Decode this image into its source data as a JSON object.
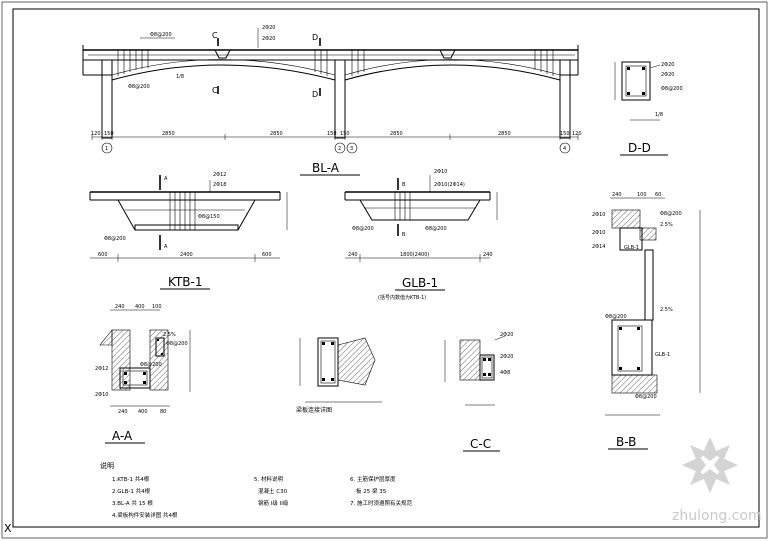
{
  "sheet": {
    "corner_mark": "X",
    "watermark": "zhulong.com"
  },
  "bl_a": {
    "title": "BL-A",
    "section_marks": [
      "C",
      "C",
      "D",
      "D"
    ],
    "labels": [
      "Φ8@200",
      "Φ8@200",
      "2Φ20",
      "2Φ20",
      "1/8"
    ],
    "dims": [
      "120",
      "150",
      "2850",
      "2850",
      "150",
      "150",
      "2850",
      "2850",
      "150",
      "120"
    ],
    "axes": [
      "1",
      "2",
      "3",
      "4"
    ]
  },
  "dd": {
    "title": "D-D",
    "labels": [
      "2Φ20",
      "Φ8@200",
      "2Φ20",
      "1/8"
    ]
  },
  "ktb1": {
    "title": "KTB-1",
    "section_marks": [
      "A",
      "A"
    ],
    "labels": [
      "2Φ12",
      "2Φ18",
      "Φ8@150",
      "Φ8@200"
    ],
    "dims": [
      "600",
      "2400",
      "600"
    ]
  },
  "glb1": {
    "title": "GLB-1",
    "subtitle": "(括号内数值为KTB-1)",
    "section_marks": [
      "B",
      "B"
    ],
    "labels": [
      "2Φ10",
      "2Φ10(2Φ14)",
      "Φ8@200",
      "Φ8@200"
    ],
    "dims": [
      "240",
      "1800(2400)",
      "240"
    ]
  },
  "aa": {
    "title": "A-A",
    "labels": [
      "2Φ12",
      "2Φ10",
      "Φ8@200",
      "Φ8@200",
      "2.5%"
    ],
    "dims": [
      "240",
      "400",
      "100",
      "80"
    ]
  },
  "joint": {
    "caption": "梁板连接详图"
  },
  "cc": {
    "title": "C-C",
    "labels": [
      "2Φ20",
      "2Φ20",
      "4Φ8"
    ]
  },
  "bb": {
    "title": "B-B",
    "labels": [
      "2Φ10",
      "2Φ10",
      "2Φ14",
      "Φ8@200",
      "2.5%",
      "2.5%",
      "Φ8@200",
      "Φ8@200",
      "GLB-1",
      "GLB-1"
    ],
    "dims": [
      "240",
      "100",
      "60"
    ]
  },
  "notes": {
    "heading": "说明",
    "col1": [
      "1.KTB-1 共4根",
      "2.GLB-1 共4根",
      "3.BL-A 共 15 根",
      "4.梁板构件安装详图 共4根"
    ],
    "col2": [
      "5. 材料说明",
      "混凝土 C30",
      "钢筋 I级 II级"
    ],
    "col3": [
      "6. 主筋保护层厚度",
      "板 25 梁 35",
      "7. 施工时须遵照有关规范"
    ]
  }
}
